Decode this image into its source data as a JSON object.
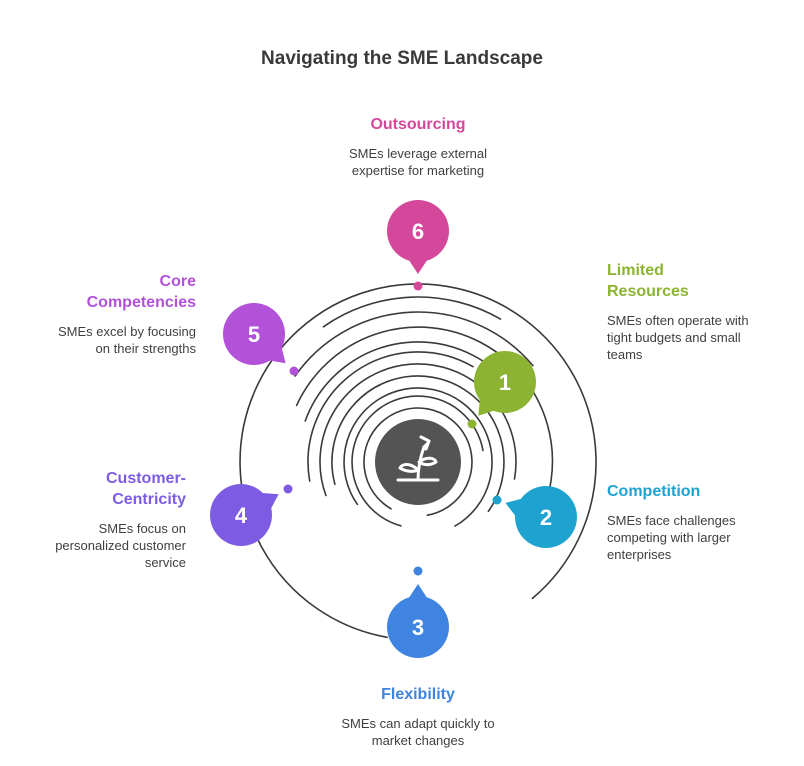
{
  "title": "Navigating the SME Landscape",
  "center_icon": "sprout-growth-icon",
  "colors": {
    "step1": "#8cb432",
    "step2": "#1ea3d0",
    "step3": "#3f84e0",
    "step4": "#7d5ce3",
    "step5": "#b152d8",
    "step6": "#d4489c",
    "center": "#545454",
    "rings": "#3a3a3a"
  },
  "steps": [
    {
      "number": "1",
      "title": "Limited Resources",
      "title_lines": [
        "Limited",
        "Resources"
      ],
      "desc_lines": [
        "SMEs often operate with",
        "tight budgets and small",
        "teams"
      ]
    },
    {
      "number": "2",
      "title": "Competition",
      "title_lines": [
        "Competition"
      ],
      "desc_lines": [
        "SMEs face challenges",
        "competing with larger",
        "enterprises"
      ]
    },
    {
      "number": "3",
      "title": "Flexibility",
      "title_lines": [
        "Flexibility"
      ],
      "desc_lines": [
        "SMEs can adapt quickly to",
        "market changes"
      ]
    },
    {
      "number": "4",
      "title": "Customer-Centricity",
      "title_lines": [
        "Customer-",
        "Centricity"
      ],
      "desc_lines": [
        "SMEs focus on",
        "personalized customer",
        "service"
      ]
    },
    {
      "number": "5",
      "title": "Core Competencies",
      "title_lines": [
        "Core",
        "Competencies"
      ],
      "desc_lines": [
        "SMEs excel by focusing",
        "on their strengths"
      ]
    },
    {
      "number": "6",
      "title": "Outsourcing",
      "title_lines": [
        "Outsourcing"
      ],
      "desc_lines": [
        "SMEs leverage external",
        "expertise for marketing"
      ]
    }
  ]
}
